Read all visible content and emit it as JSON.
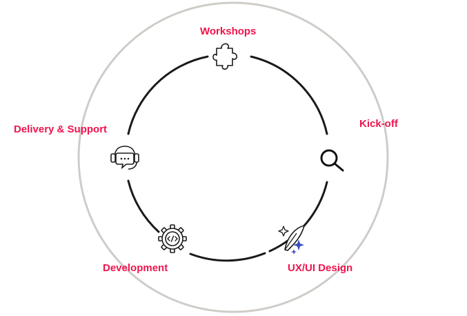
{
  "stages": [
    {
      "id": "workshops",
      "label": "Workshops",
      "icon": "puzzle-icon"
    },
    {
      "id": "kickoff",
      "label": "Kick-off",
      "icon": "search-icon"
    },
    {
      "id": "uxui",
      "label": "UX/UI Design",
      "icon": "feather-sparkle-icon"
    },
    {
      "id": "development",
      "label": "Development",
      "icon": "code-gear-icon"
    },
    {
      "id": "delivery",
      "label": "Delivery & Support",
      "icon": "headset-chat-icon"
    }
  ],
  "colors": {
    "label": "#f0134d",
    "outer_ring": "#cfccc8",
    "inner_ring": "#1a1a1a",
    "sparkle": "#3b4cc0"
  }
}
